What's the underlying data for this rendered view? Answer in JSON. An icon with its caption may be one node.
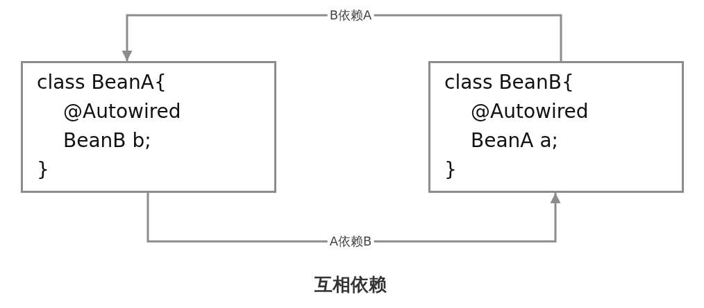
{
  "diagram": {
    "caption": "互相依赖",
    "nodes": [
      {
        "text": [
          "class BeanA{",
          "@Autowired",
          "BeanB b;",
          "}"
        ]
      },
      {
        "text": [
          "class BeanB{",
          "@Autowired",
          "BeanA a;",
          "}"
        ]
      }
    ],
    "edges": [
      {
        "from": 1,
        "to": 0,
        "arrow": "to",
        "label": "B依赖A"
      },
      {
        "from": 0,
        "to": 1,
        "arrow": "to",
        "label": "A依赖B"
      }
    ]
  }
}
